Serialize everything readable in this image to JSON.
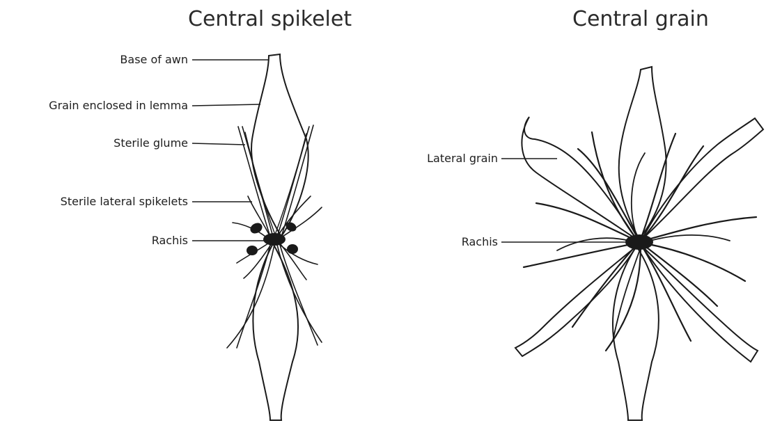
{
  "titles": {
    "left": "Central spikelet",
    "right": "Central grain"
  },
  "left_labels": [
    "Base of awn",
    "Grain enclosed in lemma",
    "Sterile glume",
    "Sterile lateral spikelets",
    "Rachis"
  ],
  "right_labels": [
    "Lateral grain",
    "Rachis"
  ],
  "colors": {
    "ink": "#1a1a1a",
    "background": "#ffffff"
  }
}
